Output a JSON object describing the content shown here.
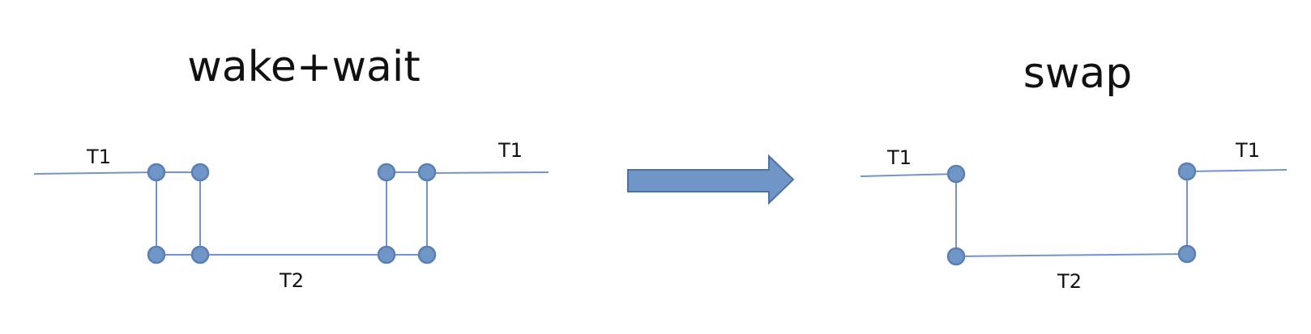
{
  "colors": {
    "line": "#7096c8",
    "node_fill": "#7096c8",
    "node_stroke": "#5a7fb2",
    "arrow_fill": "#7096c8",
    "arrow_stroke": "#4d72a6",
    "text": "#111111"
  },
  "left_diagram": {
    "title": "wake+wait",
    "top_left_label": "T1",
    "top_right_label": "T1",
    "bottom_label": "T2"
  },
  "right_diagram": {
    "title": "swap",
    "top_left_label": "T1",
    "top_right_label": "T1",
    "bottom_label": "T2"
  },
  "transition_arrow": {
    "icon": "right-arrow-icon"
  }
}
